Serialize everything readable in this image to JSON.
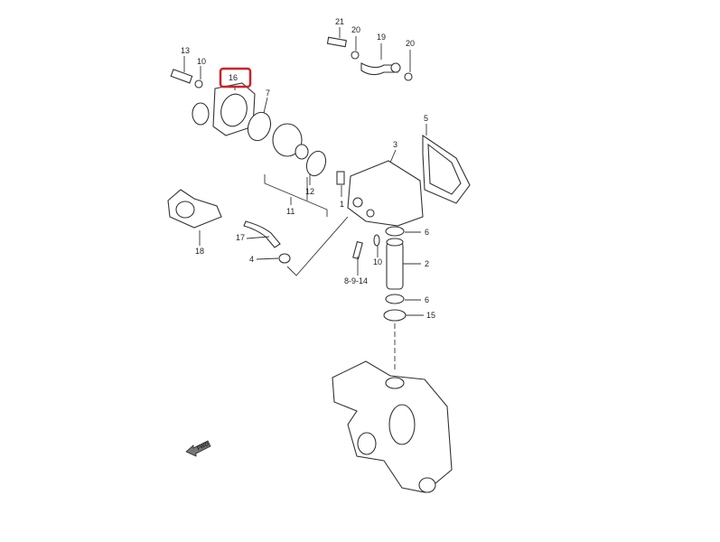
{
  "diagram": {
    "highlight_color": "#d0202a",
    "highlighted_part": "16",
    "direction_marker": "FWD",
    "labels": {
      "p21": "21",
      "p20a": "20",
      "p19": "19",
      "p20b": "20",
      "p13": "13",
      "p10a": "10",
      "p16": "16",
      "p7": "7",
      "p5": "5",
      "p3": "3",
      "p12": "12",
      "p1": "1",
      "p11": "11",
      "p18": "18",
      "p17": "17",
      "p4": "4",
      "p6a": "6",
      "p10b": "10",
      "p2": "2",
      "p8914": "8-9-14",
      "p6b": "6",
      "p15": "15"
    }
  }
}
